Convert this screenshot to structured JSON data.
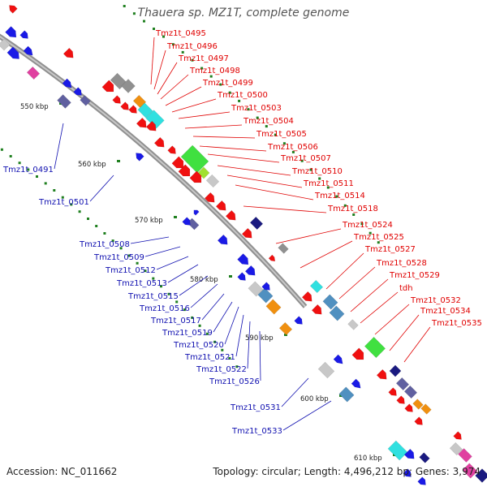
{
  "title": "Thauera sp. MZ1T, complete genome",
  "accession": "Accession: NC_011662",
  "summary": "Topology: circular; Length: 4,496,212 bp; Genes: 3,974",
  "colors": {
    "red": "#f01010",
    "blue": "#1a1ae6",
    "navy": "#1a1a80",
    "gray": "#909090",
    "lightgray": "#c8c8c8",
    "cyan": "#30e0e0",
    "green": "#40e040",
    "orange": "#f09010",
    "steel": "#5090c0",
    "magenta": "#e040a0",
    "lime": "#a0e030",
    "slate": "#6060a0",
    "label_red": "#e00000",
    "label_blue": "#1010b0",
    "dot_green": "#208020"
  },
  "kbp_ticks": [
    {
      "text": "550 kbp"
    },
    {
      "text": "560 kbp"
    },
    {
      "text": "570 kbp"
    },
    {
      "text": "580 kbp"
    },
    {
      "text": "590 kbp"
    },
    {
      "text": "600 kbp"
    },
    {
      "text": "610 kbp"
    }
  ],
  "red_labels": [
    "Tmz1t_0495",
    "Tmz1t_0496",
    "Tmz1t_0497",
    "Tmz1t_0498",
    "Tmz1t_0499",
    "Tmz1t_0500",
    "Tmz1t_0503",
    "Tmz1t_0504",
    "Tmz1t_0505",
    "Tmz1t_0506",
    "Tmz1t_0507",
    "Tmz1t_0510",
    "Tmz1t_0511",
    "Tmz1t_0514",
    "Tmz1t_0518",
    "Tmz1t_0524",
    "Tmz1t_0525",
    "Tmz1t_0527",
    "Tmz1t_0528",
    "Tmz1t_0529",
    "tdh",
    "Tmz1t_0532",
    "Tmz1t_0534",
    "Tmz1t_0535"
  ],
  "blue_labels": [
    "Tmz1t_0491",
    "Tmz1t_0501",
    "Tmz1t_0508",
    "Tmz1t_0509",
    "Tmz1t_0512",
    "Tmz1t_0513",
    "Tmz1t_0515",
    "Tmz1t_0516",
    "Tmz1t_0517",
    "Tmz1t_0519",
    "Tmz1t_0520",
    "Tmz1t_0521",
    "Tmz1t_0522",
    "Tmz1t_0526",
    "Tmz1t_0531",
    "Tmz1t_0533"
  ]
}
